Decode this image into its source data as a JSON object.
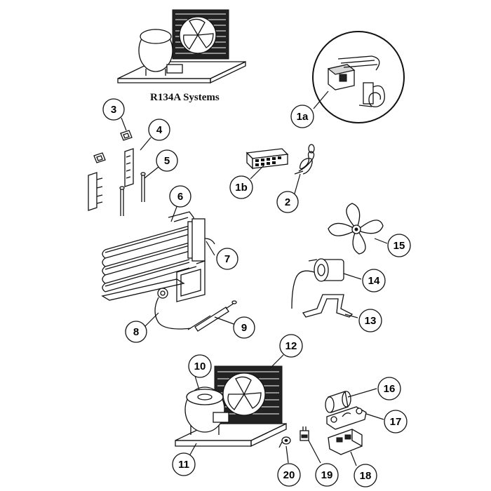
{
  "title": "R134A Systems",
  "callouts": [
    {
      "id": "c1a",
      "label": "1a"
    },
    {
      "id": "c1b",
      "label": "1b"
    },
    {
      "id": "c2",
      "label": "2"
    },
    {
      "id": "c3",
      "label": "3"
    },
    {
      "id": "c4",
      "label": "4"
    },
    {
      "id": "c5",
      "label": "5"
    },
    {
      "id": "c6",
      "label": "6"
    },
    {
      "id": "c7",
      "label": "7"
    },
    {
      "id": "c8",
      "label": "8"
    },
    {
      "id": "c9",
      "label": "9"
    },
    {
      "id": "c10",
      "label": "10"
    },
    {
      "id": "c11",
      "label": "11"
    },
    {
      "id": "c12",
      "label": "12"
    },
    {
      "id": "c13",
      "label": "13"
    },
    {
      "id": "c14",
      "label": "14"
    },
    {
      "id": "c15",
      "label": "15"
    },
    {
      "id": "c16",
      "label": "16"
    },
    {
      "id": "c17",
      "label": "17"
    },
    {
      "id": "c18",
      "label": "18"
    },
    {
      "id": "c19",
      "label": "19"
    },
    {
      "id": "c20",
      "label": "20"
    }
  ]
}
